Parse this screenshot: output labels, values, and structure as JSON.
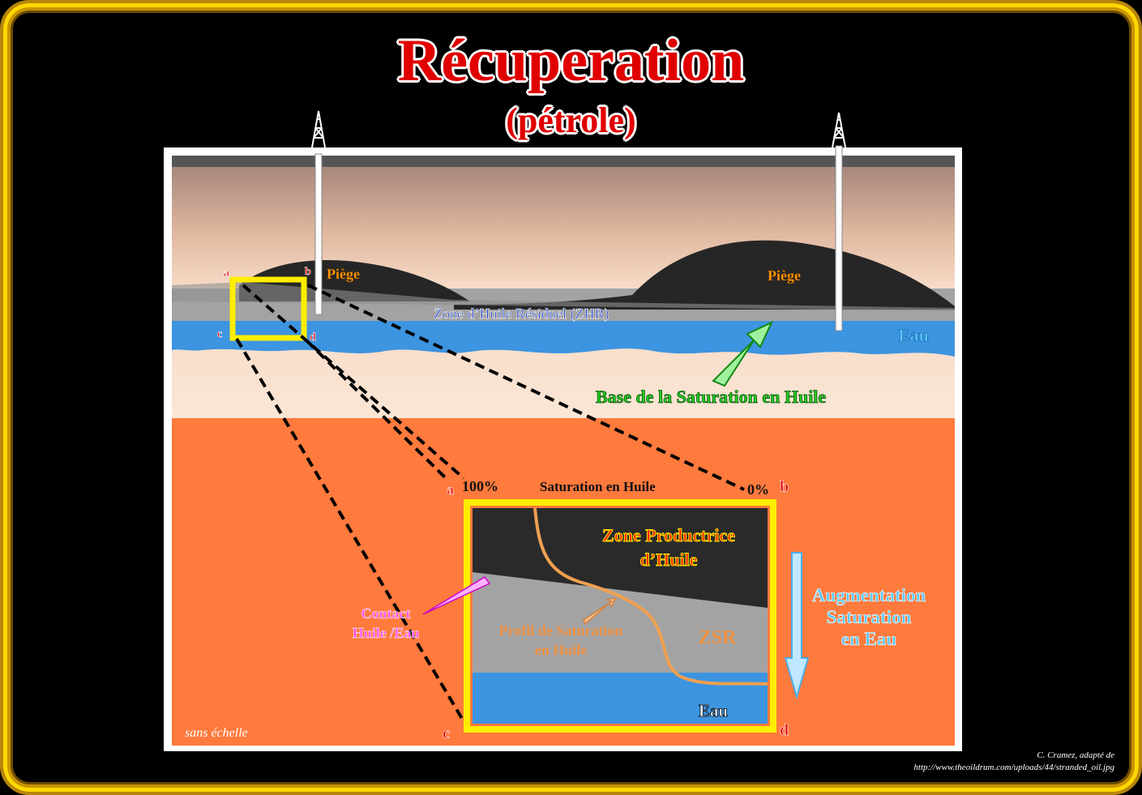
{
  "title": "Récuperation",
  "subtitle": "(pétrole)",
  "labels": {
    "a_top": "a",
    "b_top": "b",
    "c_top": "c",
    "d_top": "d",
    "piege_left": "Piège",
    "piege_right": "Piège",
    "zhr": "Zone d’Huile Résiduel (ZHR)",
    "eau_top": "Eau",
    "base_saturation": "Base de la Saturation en Huile",
    "a_zoom": "a",
    "b_zoom": "b",
    "c_zoom": "c",
    "d_zoom": "d",
    "pct_100": "100%",
    "pct_0": "0%",
    "saturation_huile": "Saturation en Huile",
    "zone_productrice_1": "Zone Productrice",
    "zone_productrice_2": "d’Huile",
    "contact_1": "Contact",
    "contact_2": "Huile /Eau",
    "profil_1": "Profil de Saturation",
    "profil_2": "en Huile",
    "zsr": "ZSR",
    "eau_zoom": "Eau",
    "augmentation_1": "Augmentation",
    "augmentation_2": "Saturation",
    "augmentation_3": "en Eau",
    "sans_echelle": "sans échelle"
  },
  "credit": {
    "line1": "C. Cramez, adapté de",
    "line2": "http://www.theoildrum.com/uploads/44/stranded_oil.jpg"
  },
  "colors": {
    "title_red": "#e00000",
    "frame_gold": "#ffd700",
    "oil_black": "#2a2a2a",
    "residual_gray": "#a0a0a0",
    "water_blue": "#3d94e0",
    "deep_orange": "#ff7a3d",
    "highlight_yellow": "#ffee00",
    "label_green": "#22cc22",
    "label_blue": "#5cc8ff",
    "label_magenta": "#ff33ff",
    "profile_orange": "#f0a050"
  },
  "icons": [
    "derrick-icon",
    "arrow-icon"
  ]
}
